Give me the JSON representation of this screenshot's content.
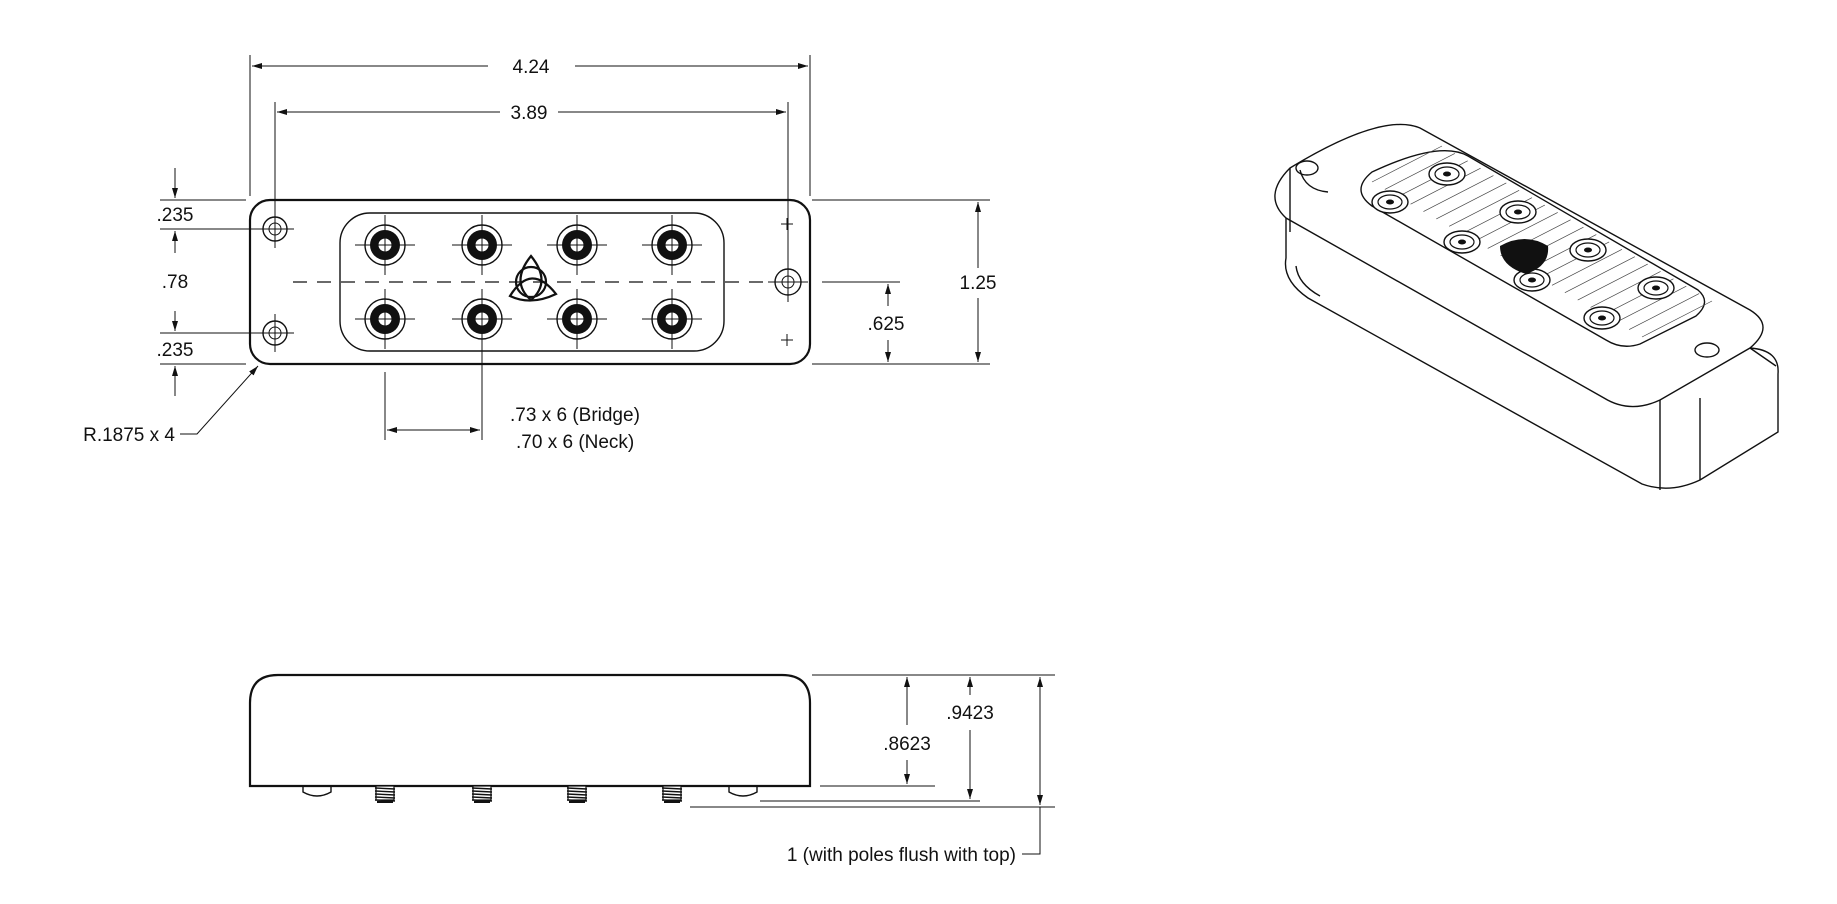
{
  "dimensions": {
    "overall_length": "4.24",
    "mount_hole_spacing": "3.89",
    "top_edge_to_hole": ".235",
    "hole_to_hole_vertical": ".78",
    "bottom_edge_to_hole": ".235",
    "overall_width": "1.25",
    "half_width": ".625",
    "corner_radius": "R.1875 x 4",
    "pole_spacing_bridge": ".73 x 6 (Bridge)",
    "pole_spacing_neck": ".70 x 6 (Neck)",
    "body_height": ".8623",
    "height_with_feet": ".9423",
    "height_with_poles": "1 (with poles flush with top)"
  },
  "colors": {
    "line": "#111111",
    "background": "#ffffff"
  }
}
